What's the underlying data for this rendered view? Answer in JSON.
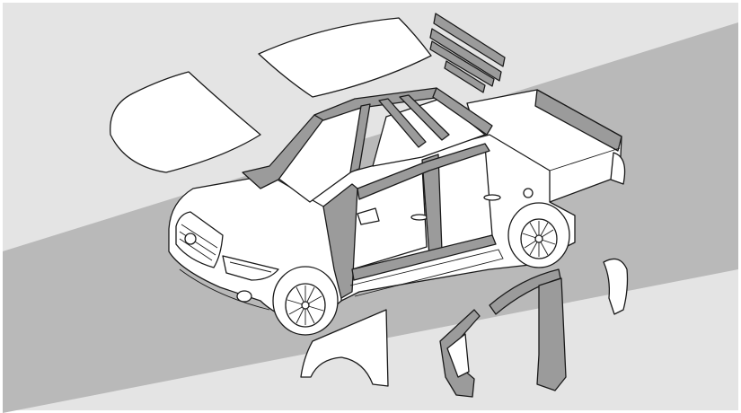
{
  "diagram": {
    "type": "exploded-vehicle-illustration",
    "subject": "pickup-truck",
    "labels": [],
    "colors": {
      "page_background": "#ffffff",
      "panel_light": "#e4e4e4",
      "diagonal_band": "#b9b9b9",
      "highlighted_part": "#9b9b9b",
      "part_fill": "#ffffff",
      "outline": "#1a1a1a"
    },
    "parts": [
      {
        "name": "roof-panel",
        "highlighted": false
      },
      {
        "name": "hood-panel",
        "highlighted": false
      },
      {
        "name": "roof-strip",
        "highlighted": true,
        "count": 4
      },
      {
        "name": "a-pillar-frame",
        "highlighted": true
      },
      {
        "name": "b-pillar-frame",
        "highlighted": true
      },
      {
        "name": "roof-rail-frame",
        "highlighted": true
      },
      {
        "name": "cowl-frame",
        "highlighted": true
      },
      {
        "name": "rocker-sill",
        "highlighted": true
      },
      {
        "name": "truck-bed-panel",
        "highlighted": true
      },
      {
        "name": "front-fender",
        "highlighted": false
      },
      {
        "name": "inner-pillar-left",
        "highlighted": true
      },
      {
        "name": "inner-pillar-center",
        "highlighted": true
      },
      {
        "name": "rear-pillar-trim",
        "highlighted": false
      }
    ]
  }
}
